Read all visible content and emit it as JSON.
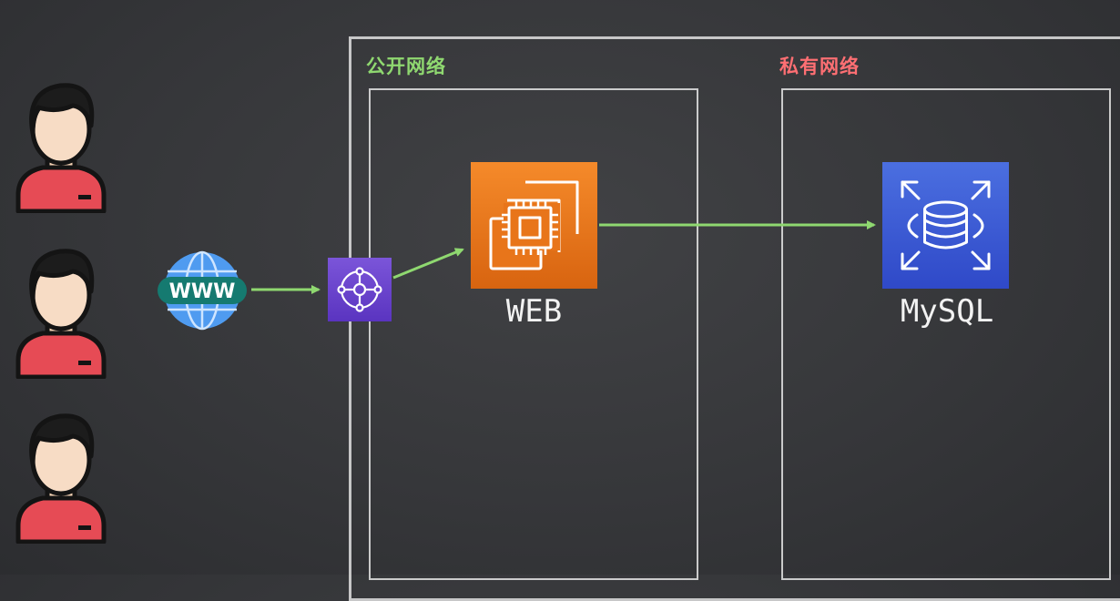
{
  "zones": {
    "public_label": "公开网络",
    "private_label": "私有网络"
  },
  "nodes": {
    "www_text": "WWW",
    "web_label": "WEB",
    "mysql_label": "MySQL"
  },
  "colors": {
    "public": "#8fd870",
    "private": "#ff6f73",
    "arrow": "#8fd870",
    "ec2": "#f07d1a",
    "rds": "#3b59d6",
    "igw": "#6a44cc"
  },
  "icons": {
    "users": "person-icon",
    "internet": "globe-www-icon",
    "gateway": "internet-gateway-icon",
    "web": "ec2-instance-icon",
    "db": "rds-database-icon"
  }
}
